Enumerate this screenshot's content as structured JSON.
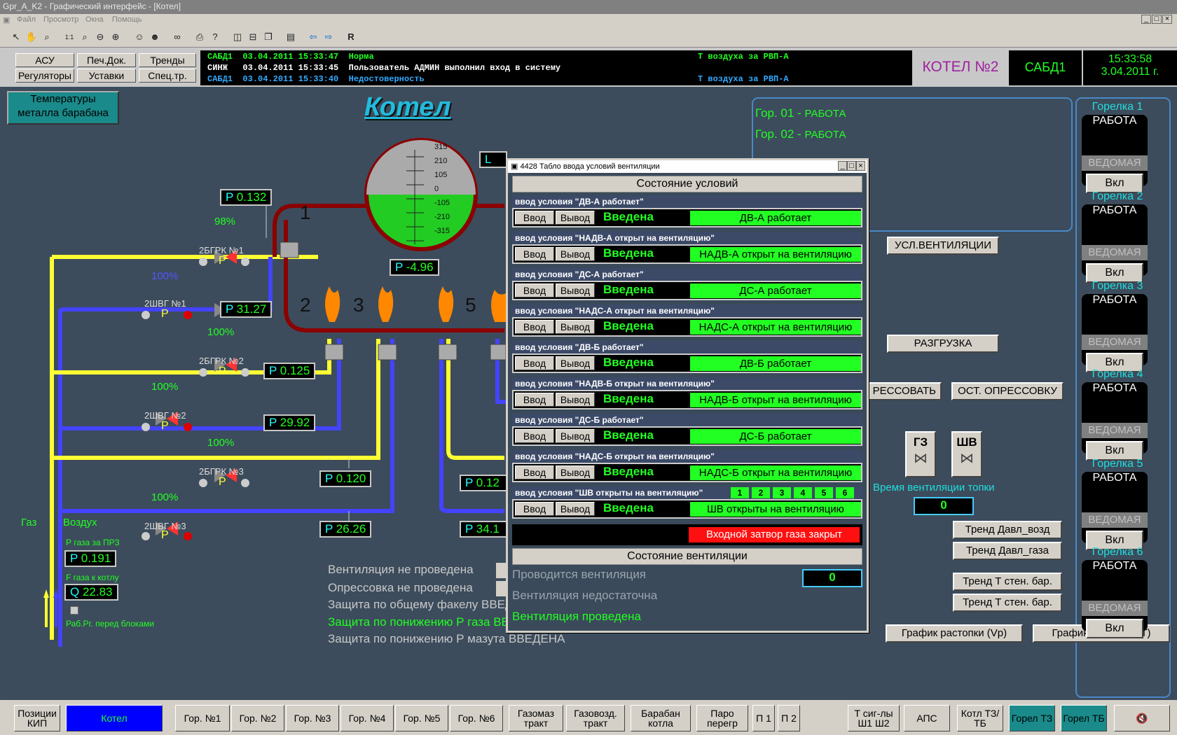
{
  "window": {
    "title": "Gpr_A_K2 - Графический интерфейс - [Котел]"
  },
  "menu": [
    "Файл",
    "Просмотр",
    "Окна",
    "Помощь"
  ],
  "header": {
    "nav": [
      "АСУ",
      "Печ.Док.",
      "Тренды",
      "Регуляторы",
      "Уставки",
      "Спец.тр."
    ],
    "events": [
      {
        "src": "САБД1",
        "date": "03.04.2011 15:33:47",
        "msg": "Норма",
        "tag": "Т воздуха за РВП-А",
        "color": "#22ff22"
      },
      {
        "src": "СИНЖ",
        "date": "03.04.2011 15:33:45",
        "msg": "Пользователь АДМИН выполнил вход в систему",
        "tag": "",
        "color": "#ffffff"
      },
      {
        "src": "САБД1",
        "date": "03.04.2011 15:33:40",
        "msg": "Недостоверность",
        "tag": "Т воздуха за РВП-А",
        "color": "#33aaff"
      }
    ],
    "boiler": "КОТЕЛ №2",
    "station": "САБД1",
    "time": "15:33:58",
    "date": "3.04.2011 г."
  },
  "main": {
    "title": "Котел",
    "temp_button": "Температуры металла барабана",
    "drum_scale": [
      "315",
      "210",
      "105",
      "0",
      "-105",
      "-210",
      "-315"
    ],
    "level_label": "L",
    "pressures": [
      {
        "l": "P",
        "v": "0.132"
      },
      {
        "l": "P",
        "v": "31.27"
      },
      {
        "l": "P",
        "v": "-4.96"
      },
      {
        "l": "P",
        "v": "0.125"
      },
      {
        "l": "P",
        "v": "29.92"
      },
      {
        "l": "P",
        "v": "0.120"
      },
      {
        "l": "P",
        "v": "26.26"
      },
      {
        "l": "P",
        "v": "0.12"
      },
      {
        "l": "P",
        "v": "34.1"
      },
      {
        "l": "P",
        "v": "0.191"
      },
      {
        "l": "Q",
        "v": "22.83"
      }
    ],
    "valves": [
      {
        "pct": "98%",
        "name": "2БГРК №1",
        "color": "yellow"
      },
      {
        "pct": "100%",
        "name": "2ШВГ №1",
        "color": "blue"
      },
      {
        "pct": "100%",
        "name": "2БГРК №2",
        "color": "yellow"
      },
      {
        "pct": "100%",
        "name": "2ШВГ №2",
        "color": "yellow"
      },
      {
        "pct": "100%",
        "name": "2БГРК №3",
        "color": "yellow"
      },
      {
        "pct": "100%",
        "name": "2ШВГ №3",
        "color": "yellow"
      }
    ],
    "r_letter": "Р",
    "zone_numbers": [
      "1",
      "2",
      "3",
      "5"
    ],
    "gas": "Газ",
    "air": "Воздух",
    "p_gas_label": "Р газа за ПРЗ",
    "f_gas_label": "F газа к котлу",
    "rab_label": "Раб.Рг. перед блоками",
    "status": [
      {
        "t": "Вентиляция не проведена",
        "c": "#c8c8c8"
      },
      {
        "t": "Опрессовка не проведена",
        "c": "#c8c8c8"
      },
      {
        "t": "Защита по общему факелу ВВЕДЕНА",
        "c": "#c8c8c8"
      },
      {
        "t": "Защита по понижению Р газа ВВЕДЕНА",
        "c": "#22ff22"
      },
      {
        "t": "Защита по понижению Р мазута ВВЕДЕНА",
        "c": "#c8c8c8"
      }
    ],
    "gor_list": [
      {
        "n": "Гор. 01 -",
        "s": "РАБОТА"
      },
      {
        "n": "Гор. 02 -",
        "s": "РАБОТА"
      }
    ],
    "buttons": {
      "usl_vent": "УСЛ.ВЕНТИЛЯЦИИ",
      "razgruzka": "РАЗГРУЗКА",
      "opress": "РЕССОВАТЬ",
      "ost_opress": "ОСТ. ОПРЕССОВКУ"
    },
    "gz": "ГЗ",
    "shv": "ШВ",
    "vent_time_label": "Время вентиляции топки",
    "vent_time": "0",
    "trends": [
      "Тренд Давл_возд",
      "Тренд Давл_газа",
      "Тренд Т стен. бар.",
      "Тренд Т стен. бар."
    ],
    "graphs": [
      "График растопки (Vp)",
      "График растопки (T)"
    ]
  },
  "burners": [
    {
      "t": "Горелка 1",
      "s": "РАБОТА",
      "m": "ВЕДОМАЯ",
      "b": "Вкл"
    },
    {
      "t": "Горелка 2",
      "s": "РАБОТА",
      "m": "ВЕДОМАЯ",
      "b": "Вкл"
    },
    {
      "t": "Горелка 3",
      "s": "РАБОТА",
      "m": "ВЕДОМАЯ",
      "b": "Вкл"
    },
    {
      "t": "Горелка 4",
      "s": "РАБОТА",
      "m": "ВЕДОМАЯ",
      "b": "Вкл"
    },
    {
      "t": "Горелка 5",
      "s": "РАБОТА",
      "m": "ВЕДОМАЯ",
      "b": "Вкл"
    },
    {
      "t": "Горелка 6",
      "s": "РАБОТА",
      "m": "ВЕДОМАЯ",
      "b": "Вкл"
    }
  ],
  "dialog": {
    "title": "4428 Табло ввода условий вентиляции",
    "header": "Состояние условий",
    "btn_in": "Ввод",
    "btn_out": "Вывод",
    "state": "Введена",
    "conditions": [
      {
        "label": "ввод условия \"ДВ-А работает\"",
        "val": "ДВ-А работает"
      },
      {
        "label": "ввод условия \"НАДВ-А открыт на вентиляцию\"",
        "val": "НАДВ-А открыт на вентиляцию"
      },
      {
        "label": "ввод условия \"ДС-А работает\"",
        "val": "ДС-А работает"
      },
      {
        "label": "ввод условия \"НАДС-А открыт на вентиляцию\"",
        "val": "НАДС-А открыт на вентиляцию"
      },
      {
        "label": "ввод условия \"ДВ-Б работает\"",
        "val": "ДВ-Б работает"
      },
      {
        "label": "ввод условия \"НАДВ-Б открыт на вентиляцию\"",
        "val": "НАДВ-Б открыт на вентиляцию"
      },
      {
        "label": "ввод условия \"ДС-Б работает\"",
        "val": "ДС-Б работает"
      },
      {
        "label": "ввод условия \"НАДС-Б открыт на вентиляцию\"",
        "val": "НАДС-Б открыт на вентиляцию"
      },
      {
        "label": "ввод условия \"ШВ открыты на вентиляцию\"",
        "val": "ШВ открыты на вентиляцию"
      }
    ],
    "shv_nums": [
      "1",
      "2",
      "3",
      "4",
      "5",
      "6"
    ],
    "gas_closed": "Входной затвор газа закрыт",
    "vent_header": "Состояние вентиляции",
    "vent_lines": [
      {
        "t": "Проводится вентиляция",
        "c": "#9aa4ae"
      },
      {
        "t": "Вентиляция недостаточна",
        "c": "#9aa4ae"
      },
      {
        "t": "Вентиляция проведена",
        "c": "#22ff22"
      }
    ],
    "vent_value": "0"
  },
  "bottom": [
    "Позиции КИП",
    "Котел",
    "Гор. №1",
    "Гор. №2",
    "Гор. №3",
    "Гор. №4",
    "Гор. №5",
    "Гор. №6",
    "Газомаз тракт",
    "Газовозд. тракт",
    "Барабан котла",
    "Паро перегр",
    "П 1",
    "П 2",
    "Т сиг-лы Ш1 Ш2",
    "АПС",
    "Котл ТЗ/ТБ",
    "Горел ТЗ",
    "Горел ТБ",
    ""
  ]
}
